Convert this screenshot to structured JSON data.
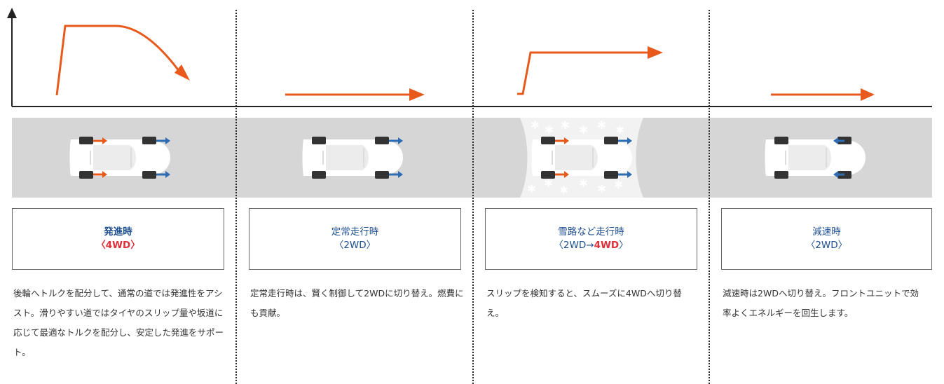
{
  "colors": {
    "arrow_orange": "#e85a1c",
    "arrow_blue": "#2e6db4",
    "title_blue": "#1e4f8f",
    "highlight_red": "#e0303a",
    "road_gray": "#d6d6d6",
    "snow_white": "#f2f2f2"
  },
  "sections": [
    {
      "title": "発進時",
      "mode_prefix": "〈",
      "mode_highlight": "4WD",
      "mode_suffix": "〉",
      "description": "後輪へトルクを配分して、通常の道では発進性をアシスト。滑りやすい道ではタイヤのスリップ量や坂道に応じて最適なトルクを配分し、安定した発進をサポート。"
    },
    {
      "title": "定常走行時",
      "mode_prefix": "〈2WD〉",
      "mode_highlight": "",
      "mode_suffix": "",
      "description": "定常走行時は、賢く制御して2WDに切り替え。燃費にも貢献。"
    },
    {
      "title": "雪路など走行時",
      "mode_prefix": "〈2WD→",
      "mode_highlight": "4WD",
      "mode_suffix": "〉",
      "description": "スリップを検知すると、スムーズに4WDへ切り替え。"
    },
    {
      "title": "減速時",
      "mode_prefix": "〈2WD〉",
      "mode_highlight": "",
      "mode_suffix": "",
      "description": "減速時は2WDへ切り替え。フロントユニットで効率よくエネルギーを回生します。"
    }
  ]
}
